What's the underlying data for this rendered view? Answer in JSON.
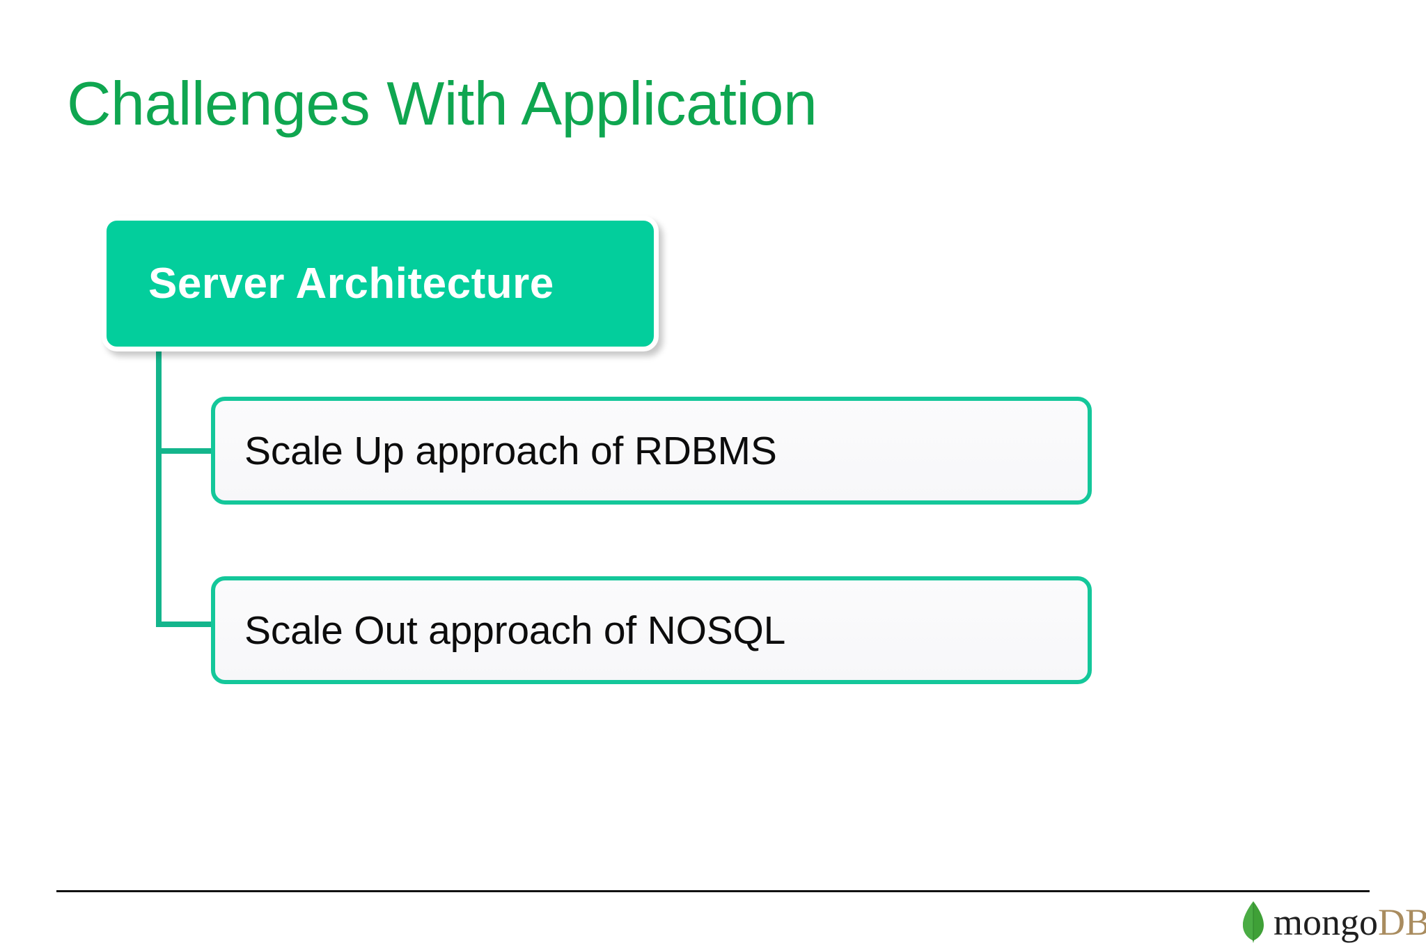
{
  "slide": {
    "title": "Challenges With Application",
    "background_color": "#FFFFFF",
    "title_color": "#0FA650"
  },
  "diagram": {
    "type": "tree",
    "root": {
      "label": "Server Architecture",
      "fill_color": "#03CE9C",
      "text_color": "#FFFFFF",
      "border_color": "#FFFFFF"
    },
    "connector_color": "#14B58C",
    "children": [
      {
        "label": "Scale Up approach of  RDBMS",
        "fill_color": "#FAFAFB",
        "border_color": "#14C79A",
        "text_color": "#0C0C0C"
      },
      {
        "label": "Scale Out approach of  NOSQL",
        "fill_color": "#FAFAFB",
        "border_color": "#14C79A",
        "text_color": "#0C0C0C"
      }
    ]
  },
  "footer": {
    "rule_color": "#111111",
    "brand": {
      "leaf_icon": "mongodb-leaf-icon",
      "leaf_color": "#3FA037",
      "name_part1": "mongo",
      "name_part2": "DB",
      "name_part1_color": "#1F1F1F",
      "name_part2_color": "#A98C5F"
    }
  }
}
